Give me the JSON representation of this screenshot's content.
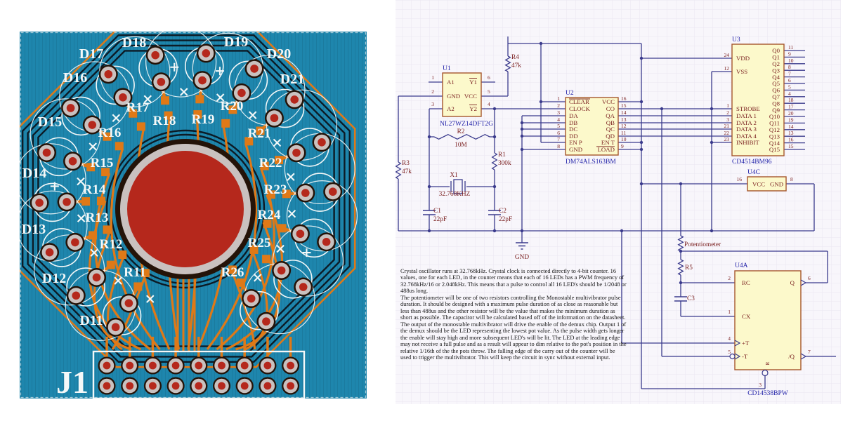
{
  "pcb": {
    "connector_label": "J1",
    "led_labels": [
      "D11",
      "D12",
      "D13",
      "D14",
      "D15",
      "D16",
      "D17",
      "D18",
      "D19",
      "D20",
      "D21"
    ],
    "resistor_labels": [
      "R11",
      "R12",
      "R13",
      "R14",
      "R15",
      "R16",
      "R17",
      "R18",
      "R19",
      "R20",
      "R21",
      "R22",
      "R23",
      "R24",
      "R25",
      "R26"
    ],
    "colors": {
      "board": "#1e86ad",
      "copper": "#df7917",
      "pad_red": "#b5281c",
      "pad_ring": "#c9c1bf",
      "pad_dark": "#241308",
      "dark_trace": "#0c1b26",
      "silkscreen": "#f4f8f8"
    }
  },
  "schematic": {
    "colors": {
      "wire": "#3a3a8c",
      "ic_fill": "#fcf9cb",
      "ic_border": "#a5562c",
      "pin_text": "#7b2121",
      "refdes_text": "#2121a8",
      "sheet": "#f8f6fb",
      "grid": "#eae6f2"
    },
    "u1": {
      "refdes": "U1",
      "part": "NL27WZ14DFT2G",
      "left_pins": [
        {
          "num": "1",
          "name": "A1"
        },
        {
          "num": "2",
          "name": "GND"
        },
        {
          "num": "3",
          "name": "A2"
        }
      ],
      "right_pins": [
        {
          "num": "6",
          "name": "Y1"
        },
        {
          "num": "5",
          "name": "VCC"
        },
        {
          "num": "4",
          "name": "Y2"
        }
      ]
    },
    "u2": {
      "refdes": "U2",
      "part": "DM74ALS163BM",
      "left_pins": [
        {
          "num": "1",
          "name": "CLEAR"
        },
        {
          "num": "2",
          "name": "CLOCK"
        },
        {
          "num": "3",
          "name": "DA"
        },
        {
          "num": "4",
          "name": "DB"
        },
        {
          "num": "5",
          "name": "DC"
        },
        {
          "num": "6",
          "name": "DD"
        },
        {
          "num": "7",
          "name": "EN P"
        },
        {
          "num": "8",
          "name": "GND"
        }
      ],
      "right_pins": [
        {
          "num": "16",
          "name": "VCC"
        },
        {
          "num": "15",
          "name": "CO"
        },
        {
          "num": "14",
          "name": "QA"
        },
        {
          "num": "13",
          "name": "QB"
        },
        {
          "num": "12",
          "name": "QC"
        },
        {
          "num": "11",
          "name": "QD"
        },
        {
          "num": "10",
          "name": "EN T"
        },
        {
          "num": "9",
          "name": "LOAD"
        }
      ]
    },
    "u3": {
      "refdes": "U3",
      "part": "CD4514BM96",
      "left_pins": [
        {
          "num": "24",
          "name": "VDD"
        },
        {
          "num": "12",
          "name": "VSS"
        },
        {
          "num": "1",
          "name": "STROBE"
        },
        {
          "num": "2",
          "name": "DATA 1"
        },
        {
          "num": "3",
          "name": "DATA 2"
        },
        {
          "num": "21",
          "name": "DATA 3"
        },
        {
          "num": "22",
          "name": "DATA 4"
        },
        {
          "num": "23",
          "name": "INHIBIT"
        }
      ],
      "right_pins": [
        {
          "num": "11",
          "name": "Q0"
        },
        {
          "num": "9",
          "name": "Q1"
        },
        {
          "num": "10",
          "name": "Q2"
        },
        {
          "num": "8",
          "name": "Q3"
        },
        {
          "num": "7",
          "name": "Q4"
        },
        {
          "num": "6",
          "name": "Q5"
        },
        {
          "num": "5",
          "name": "Q6"
        },
        {
          "num": "4",
          "name": "Q7"
        },
        {
          "num": "18",
          "name": "Q8"
        },
        {
          "num": "17",
          "name": "Q9"
        },
        {
          "num": "20",
          "name": "Q10"
        },
        {
          "num": "19",
          "name": "Q11"
        },
        {
          "num": "14",
          "name": "Q12"
        },
        {
          "num": "13",
          "name": "Q13"
        },
        {
          "num": "16",
          "name": "Q14"
        },
        {
          "num": "15",
          "name": "Q15"
        }
      ]
    },
    "u4c": {
      "refdes": "U4C",
      "pins": [
        {
          "num": "16",
          "name": "VCC"
        },
        {
          "num": "8",
          "name": "GND"
        }
      ]
    },
    "u4a": {
      "refdes": "U4A",
      "part": "CD14538BPW",
      "left_pins": [
        {
          "num": "2",
          "name": "RC"
        },
        {
          "num": "1",
          "name": "CX"
        },
        {
          "num": "4",
          "name": "+T"
        },
        {
          "num": "5",
          "name": "-T"
        }
      ],
      "right_pins": [
        {
          "num": "6",
          "name": "Q"
        },
        {
          "num": "7",
          "name": "/Q"
        }
      ],
      "bottom_pin": {
        "num": "3",
        "name": "R"
      }
    },
    "resistors": [
      {
        "ref": "R4",
        "value": "47k"
      },
      {
        "ref": "R3",
        "value": "47k"
      },
      {
        "ref": "R2",
        "value": "10M"
      },
      {
        "ref": "R1",
        "value": "300k"
      },
      {
        "ref": "R5",
        "value": ""
      },
      {
        "ref": "Potentiometer",
        "value": ""
      }
    ],
    "capacitors": [
      {
        "ref": "C1",
        "value": "22pF"
      },
      {
        "ref": "C2",
        "value": "22pF"
      },
      {
        "ref": "C3",
        "value": ""
      }
    ],
    "crystal": {
      "ref": "X1",
      "value": "32.768KHZ"
    },
    "ground_label": "GND",
    "notes": [
      "Crystal oscillator runs at 32.768kHz. Crystal clock is connected directly to 4-bit counter. 16 values, one for each LED, in the counter means that each of 16 LEDs has a PWM frequency of 32.768kHz/16 or 2.048kHz. This means that a pulse to control all 16 LED's should be 1/2048 or 488us long.",
      "The potentiometer will be one of two resistors controlling the Monostable multivibrator pulse duration. It should be designed with a maximum pulse duration of as close as reasonable but less than 488us and the other resistor will be the value that makes the minimum duration as short as possible. The capacitor will be calculated based off of the information on the datasheet.",
      "The output of the monostable multivibrator will drive the enable of the demux chip. Output 1 of the demux should be the LED representing the lowest pot value. As the pulse width gets longer the enable will stay high and more subsequent LED's will be lit. The LED at the leading edge may not receive a full pulse and as a result will appear to dim relative to the pot's position in the relative 1/16th of the the pots throw. The falling edge of the carry out of the counter will be used to trigger the multivibrator. This will keep the circuit in sync without external input."
    ]
  }
}
